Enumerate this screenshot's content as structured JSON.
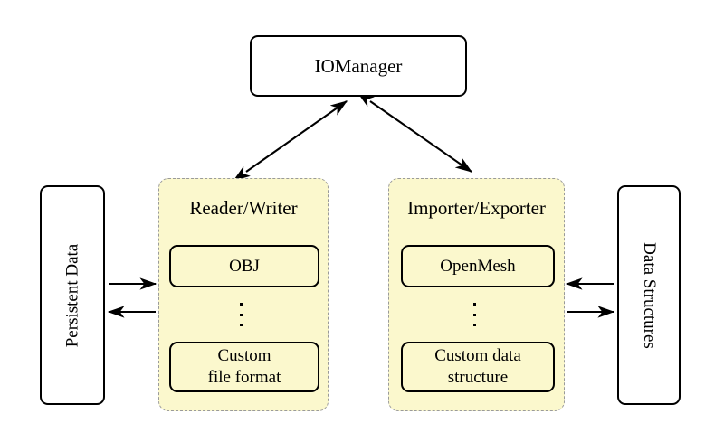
{
  "diagram": {
    "title_node": {
      "label": "IOManager"
    },
    "left_silo": {
      "label": "Persistent Data"
    },
    "right_silo": {
      "label": "Data Structures"
    },
    "groups": [
      {
        "id": "reader-writer",
        "title": "Reader/Writer",
        "items": [
          {
            "label": "OBJ"
          },
          {
            "label": "Custom\nfile format",
            "line1": "Custom",
            "line2": "file format"
          }
        ],
        "ellipsis": "⋮"
      },
      {
        "id": "importer-exporter",
        "title": "Importer/Exporter",
        "items": [
          {
            "label": "OpenMesh"
          },
          {
            "label": "Custom data\nstructure",
            "line1": "Custom data",
            "line2": "structure"
          }
        ],
        "ellipsis": "⋮"
      }
    ],
    "colors": {
      "group_fill": "#fbf8cd",
      "group_border": "#9a9a9a",
      "node_border": "#000000",
      "edge": "#000000",
      "background": "#ffffff"
    },
    "edges": [
      {
        "from": "IOManager",
        "to": "Reader/Writer",
        "direction": "both"
      },
      {
        "from": "IOManager",
        "to": "Importer/Exporter",
        "direction": "both"
      },
      {
        "from": "Persistent Data",
        "to": "Reader/Writer",
        "direction": "right"
      },
      {
        "from": "Reader/Writer",
        "to": "Persistent Data",
        "direction": "left"
      },
      {
        "from": "Data Structures",
        "to": "Importer/Exporter",
        "direction": "left"
      },
      {
        "from": "Importer/Exporter",
        "to": "Data Structures",
        "direction": "right"
      }
    ]
  }
}
